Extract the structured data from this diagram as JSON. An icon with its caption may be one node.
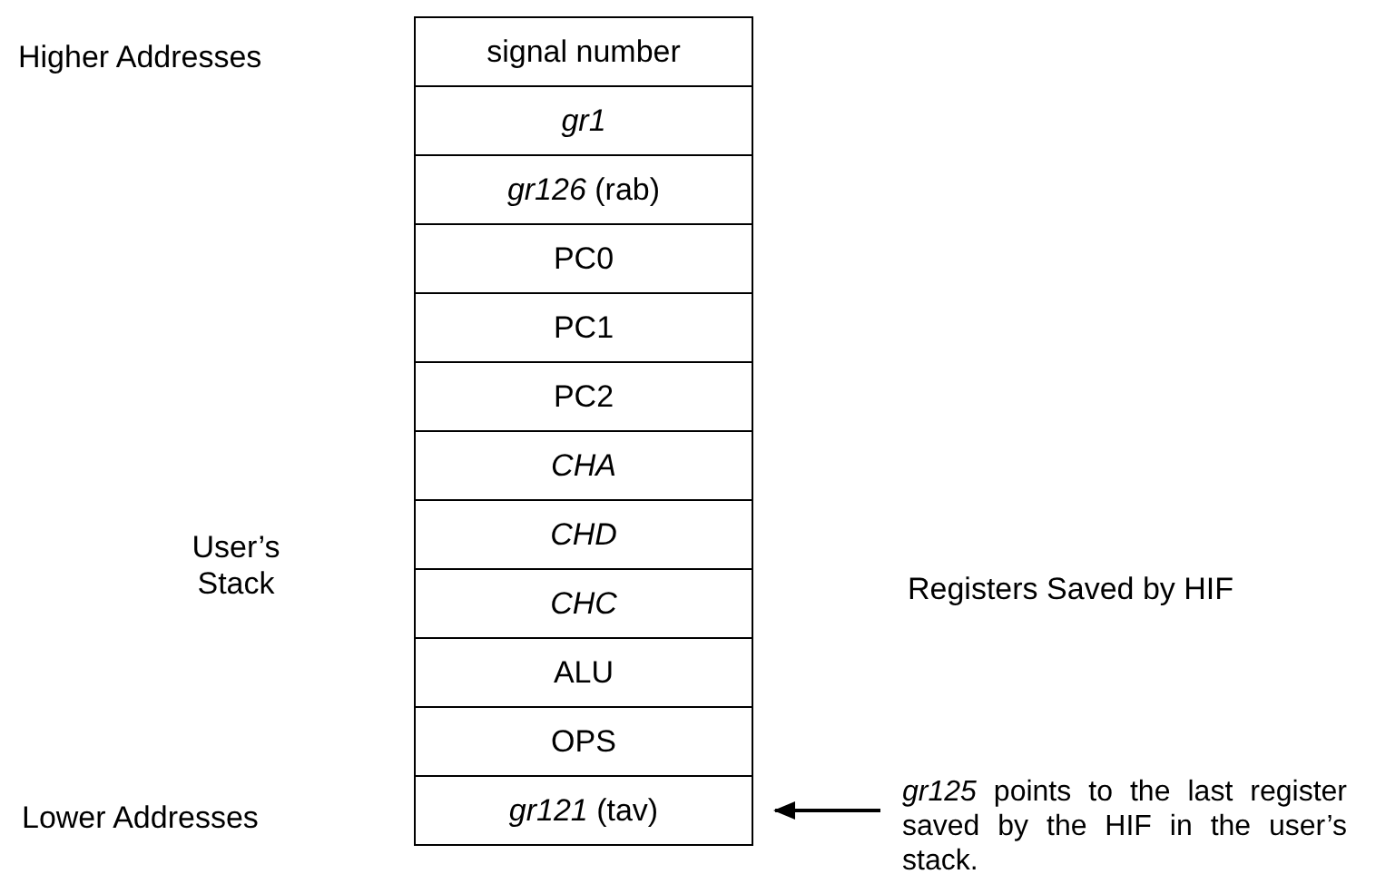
{
  "diagram": {
    "nodes": [
      {
        "text": [
          "signal number"
        ]
      },
      {
        "text": [
          "*gr1*"
        ]
      },
      {
        "text": [
          "*gr126* (rab)"
        ]
      },
      {
        "text": [
          "PC0"
        ]
      },
      {
        "text": [
          "PC1"
        ]
      },
      {
        "text": [
          "PC2"
        ]
      },
      {
        "text": [
          "*CHA*"
        ]
      },
      {
        "text": [
          "*CHD*"
        ]
      },
      {
        "text": [
          "*CHC*"
        ]
      },
      {
        "text": [
          "ALU"
        ]
      },
      {
        "text": [
          "OPS"
        ]
      },
      {
        "text": [
          "*gr121* (tav)"
        ]
      },
      {
        "text": [
          "*gr125* points to the last register saved by the HIF in the user’s stack."
        ]
      }
    ],
    "edges": [
      {
        "from": 12,
        "to": 11,
        "arrow": "to"
      }
    ],
    "labels": [
      "Higher Addresses",
      "User’s Stack",
      "Registers Saved by HIF",
      "Lower Addresses"
    ]
  }
}
